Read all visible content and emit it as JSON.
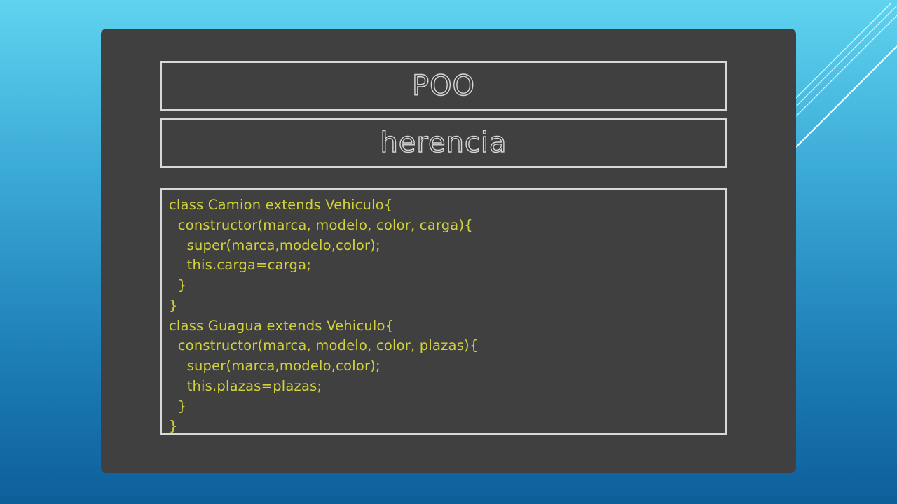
{
  "slide": {
    "title": "POO",
    "subtitle": "herencia",
    "code_lines": [
      "class Camion extends Vehiculo{",
      "  constructor(marca, modelo, color, carga){",
      "    super(marca,modelo,color);",
      "    this.carga=carga;",
      "  }",
      "}",
      "class Guagua extends Vehiculo{",
      "  constructor(marca, modelo, color, plazas){",
      "    super(marca,modelo,color);",
      "    this.plazas=plazas;",
      "  }",
      "}"
    ]
  },
  "colors": {
    "background_top": "#5fd3ef",
    "background_bottom": "#0d5f9a",
    "board": "#404040",
    "frame": "#d8d8d8",
    "code_text": "#d2d23a"
  }
}
